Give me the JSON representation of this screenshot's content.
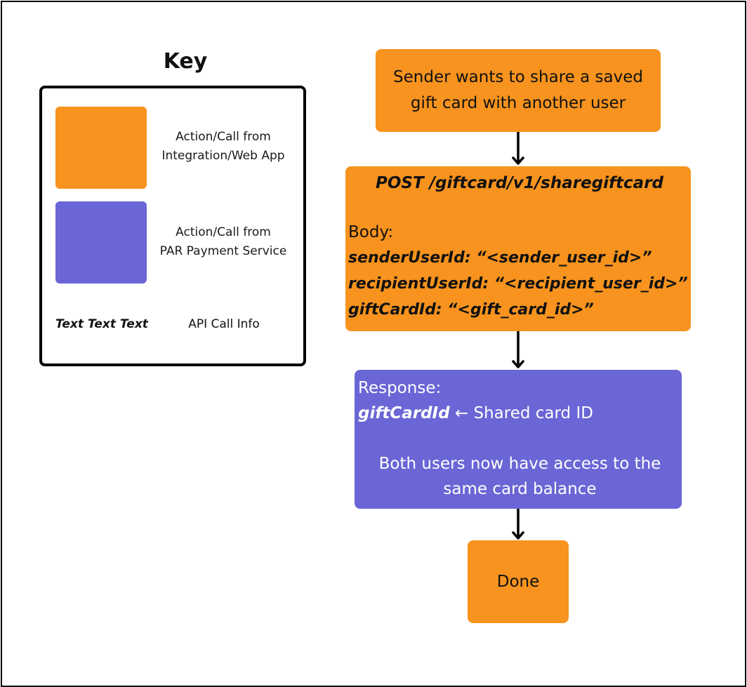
{
  "key": {
    "title": "Key",
    "items": [
      {
        "color": "#F7931E",
        "label_lines": [
          "Action/Call from",
          "Integration/Web App"
        ]
      },
      {
        "color": "#6A66D6",
        "label_lines": [
          "Action/Call from",
          "PAR Payment Service"
        ]
      }
    ],
    "api_sample": "Text Text Text",
    "api_label": "API Call Info"
  },
  "flow": {
    "start": {
      "lines": [
        "Sender wants to share a saved",
        "gift card with another user"
      ]
    },
    "request": {
      "endpoint": "POST /giftcard/v1/sharegiftcard",
      "body_label": "Body:",
      "params": [
        "senderUserId: “<sender_user_id>”",
        "recipientUserId: “<recipient_user_id>”",
        "giftCardId: “<gift_card_id>”"
      ]
    },
    "response": {
      "label": "Response:",
      "field": "giftCardId",
      "field_desc": " ← Shared card ID",
      "note_lines": [
        "Both users now have access to the",
        "same card balance"
      ]
    },
    "done": {
      "label": "Done"
    }
  },
  "colors": {
    "orange": "#F7931E",
    "purple": "#6A66D6"
  }
}
